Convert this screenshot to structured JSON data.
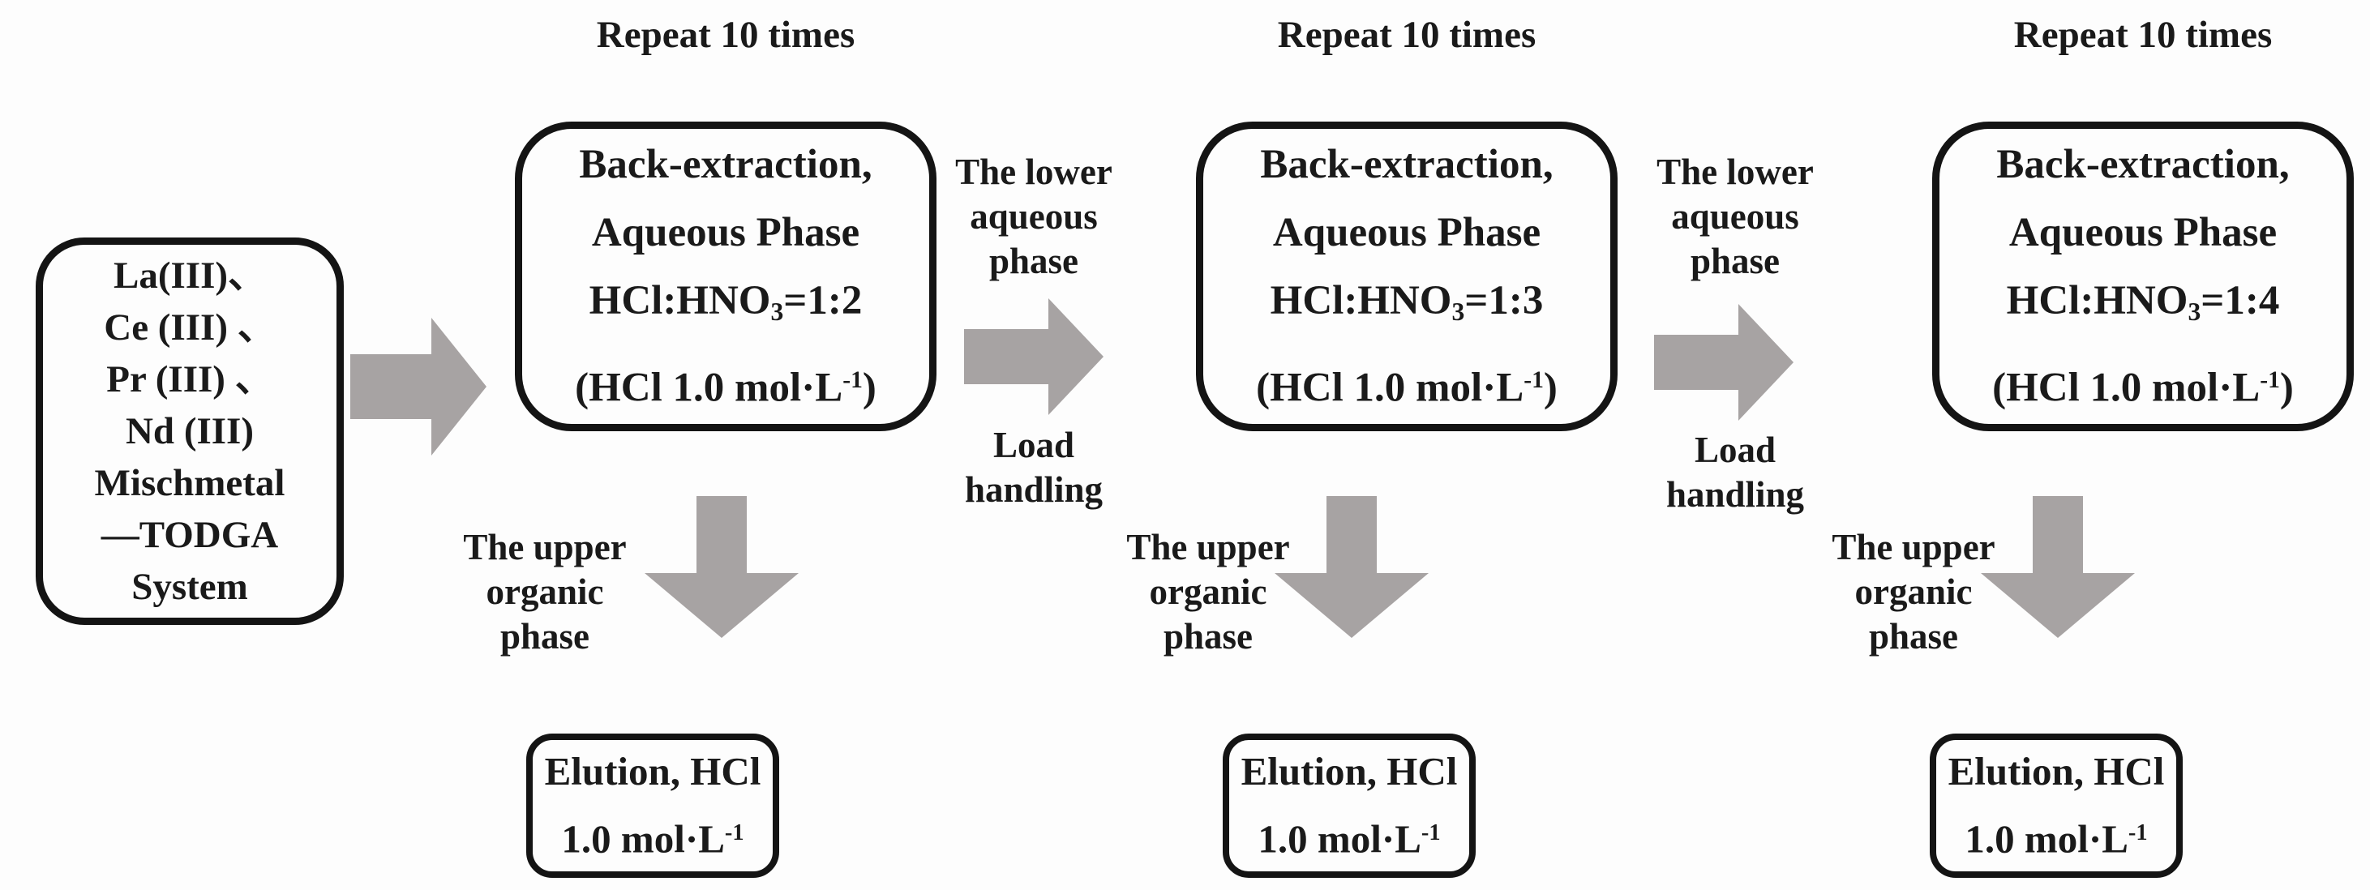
{
  "palette": {
    "arrow_gray": "#a7a3a3",
    "border_black": "#141414",
    "text_black": "#1a1a1a",
    "background": "#fdfdfd"
  },
  "feed_box": {
    "lines": [
      "La(III)、",
      "Ce (III) 、",
      "Pr (III) 、",
      "Nd (III)",
      "Mischmetal",
      "—TODGA",
      "System"
    ]
  },
  "units": [
    {
      "repeat_label": "Repeat 10 times",
      "box": {
        "line1": "Back-extraction,",
        "line2": "Aqueous Phase",
        "acid_pre": "HCl:HNO",
        "acid_sub": "3",
        "acid_post": "=1:2",
        "conc_pre": "(HCl 1.0 mol·L",
        "conc_sup": "-1",
        "conc_post": ")"
      },
      "upper_label": {
        "line1": "The upper",
        "line2": "organic",
        "line3": "phase"
      },
      "elution": {
        "line1": "Elution, HCl",
        "conc_pre": "1.0 mol·L",
        "conc_sup": "-1"
      }
    },
    {
      "repeat_label": "Repeat 10 times",
      "box": {
        "line1": "Back-extraction,",
        "line2": "Aqueous Phase",
        "acid_pre": "HCl:HNO",
        "acid_sub": "3",
        "acid_post": "=1:3",
        "conc_pre": "(HCl 1.0 mol·L",
        "conc_sup": "-1",
        "conc_post": ")"
      },
      "upper_label": {
        "line1": "The upper",
        "line2": "organic",
        "line3": "phase"
      },
      "elution": {
        "line1": "Elution, HCl",
        "conc_pre": "1.0 mol·L",
        "conc_sup": "-1"
      }
    },
    {
      "repeat_label": "Repeat 10 times",
      "box": {
        "line1": "Back-extraction,",
        "line2": "Aqueous Phase",
        "acid_pre": "HCl:HNO",
        "acid_sub": "3",
        "acid_post": "=1:4",
        "conc_pre": "(HCl 1.0 mol·L",
        "conc_sup": "-1",
        "conc_post": ")"
      },
      "upper_label": {
        "line1": "The upper",
        "line2": "organic",
        "line3": "phase"
      },
      "elution": {
        "line1": "Elution, HCl",
        "conc_pre": "1.0 mol·L",
        "conc_sup": "-1"
      }
    }
  ],
  "connectors": [
    {
      "lower_label": {
        "line1": "The lower",
        "line2": "aqueous",
        "line3": "phase"
      },
      "load_label": {
        "line1": "Load",
        "line2": "handling"
      }
    },
    {
      "lower_label": {
        "line1": "The lower",
        "line2": "aqueous",
        "line3": "phase"
      },
      "load_label": {
        "line1": "Load",
        "line2": "handling"
      }
    }
  ]
}
